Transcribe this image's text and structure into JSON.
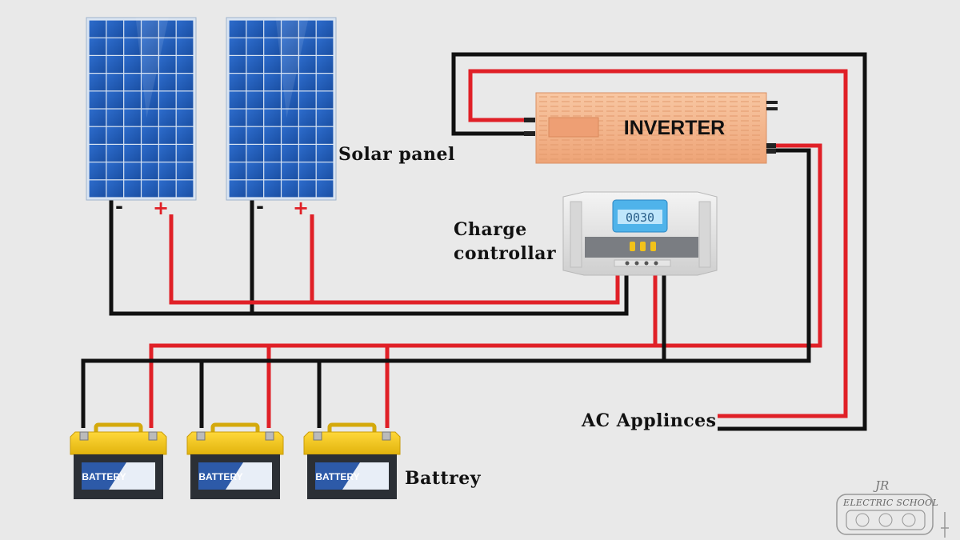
{
  "labels": {
    "solar_panel": "Solar panel",
    "charge_controller": "Charge\ncontrollar",
    "inverter": "INVERTER",
    "ac_appliances": "AC Applinces",
    "battery_group": "Battrey",
    "battery_plate": "BATTERY",
    "controller_display": "0030",
    "plus_sign": "+",
    "minus_sign": "-"
  },
  "watermark": {
    "monogram": "JR",
    "text": "ELECTRIC SCHOOL"
  },
  "colors": {
    "background": "#e9e9e9",
    "wire_positive": "#e02027",
    "wire_negative": "#111111",
    "solar_cell": "#1f5cb8",
    "inverter_body": "#f3b48c",
    "battery_top": "#f2c81c",
    "battery_body": "#2a2e33"
  },
  "counts": {
    "solar_panels": 2,
    "batteries": 3
  }
}
